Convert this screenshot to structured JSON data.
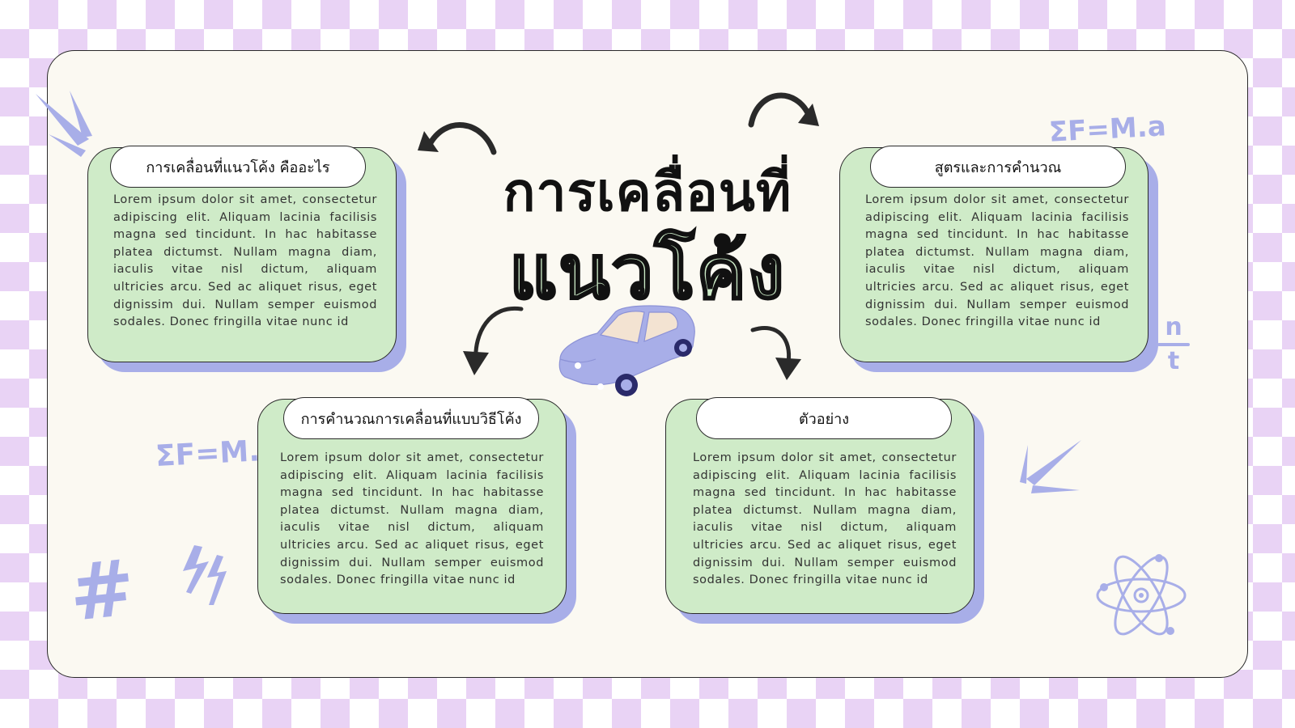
{
  "title": {
    "line1": "การเคลื่อนที่",
    "line2": "แนวโค้ง"
  },
  "cards": [
    {
      "heading": "การเคลื่อนที่แนวโค้ง คืออะไร",
      "body": "Lorem ipsum dolor sit amet, consectetur adipiscing elit. Aliquam lacinia facilisis magna sed tincidunt. In hac habitasse platea dictumst. Nullam magna diam, iaculis vitae nisl dictum, aliquam ultricies arcu. Sed ac aliquet risus, eget dignissim dui. Nullam semper euismod sodales. Donec fringilla vitae nunc id"
    },
    {
      "heading": "สูตรและการคำนวณ",
      "body": "Lorem ipsum dolor sit amet, consectetur adipiscing elit. Aliquam lacinia facilisis magna sed tincidunt. In hac habitasse platea dictumst. Nullam magna diam, iaculis vitae nisl dictum, aliquam ultricies arcu. Sed ac aliquet risus, eget dignissim dui. Nullam semper euismod sodales. Donec fringilla vitae nunc id"
    },
    {
      "heading": "การคำนวณการเคลื่อนที่แบบวิธีโค้ง",
      "body": "Lorem ipsum dolor sit amet, consectetur adipiscing elit. Aliquam lacinia facilisis magna sed tincidunt. In hac habitasse platea dictumst. Nullam magna diam, iaculis vitae nisl dictum, aliquam ultricies arcu. Sed ac aliquet risus, eget dignissim dui. Nullam semper euismod sodales. Donec fringilla vitae nunc id"
    },
    {
      "heading": "ตัวอย่าง",
      "body": "Lorem ipsum dolor sit amet, consectetur adipiscing elit. Aliquam lacinia facilisis magna sed tincidunt. In hac habitasse platea dictumst. Nullam magna diam, iaculis vitae nisl dictum, aliquam ultricies arcu. Sed ac aliquet risus, eget dignissim dui. Nullam semper euismod sodales. Donec fringilla vitae nunc id"
    }
  ],
  "decorations": {
    "formula_top": "ΣF=M.a",
    "formula_left": "ΣF=M.a",
    "fraction_top": "n",
    "fraction_bottom": "t",
    "hash": "#"
  },
  "colors": {
    "background_check": "#e9d3f5",
    "slide": "#fbf9f2",
    "card": "#cfebc8",
    "card_shadow": "#a8aee8",
    "accent_blue": "#a8aee8",
    "outline": "#2a2a2a"
  },
  "icons": [
    "car-illustration",
    "curved-arrow-icon",
    "atom-icon",
    "lightning-icon",
    "burst-lines-icon"
  ]
}
